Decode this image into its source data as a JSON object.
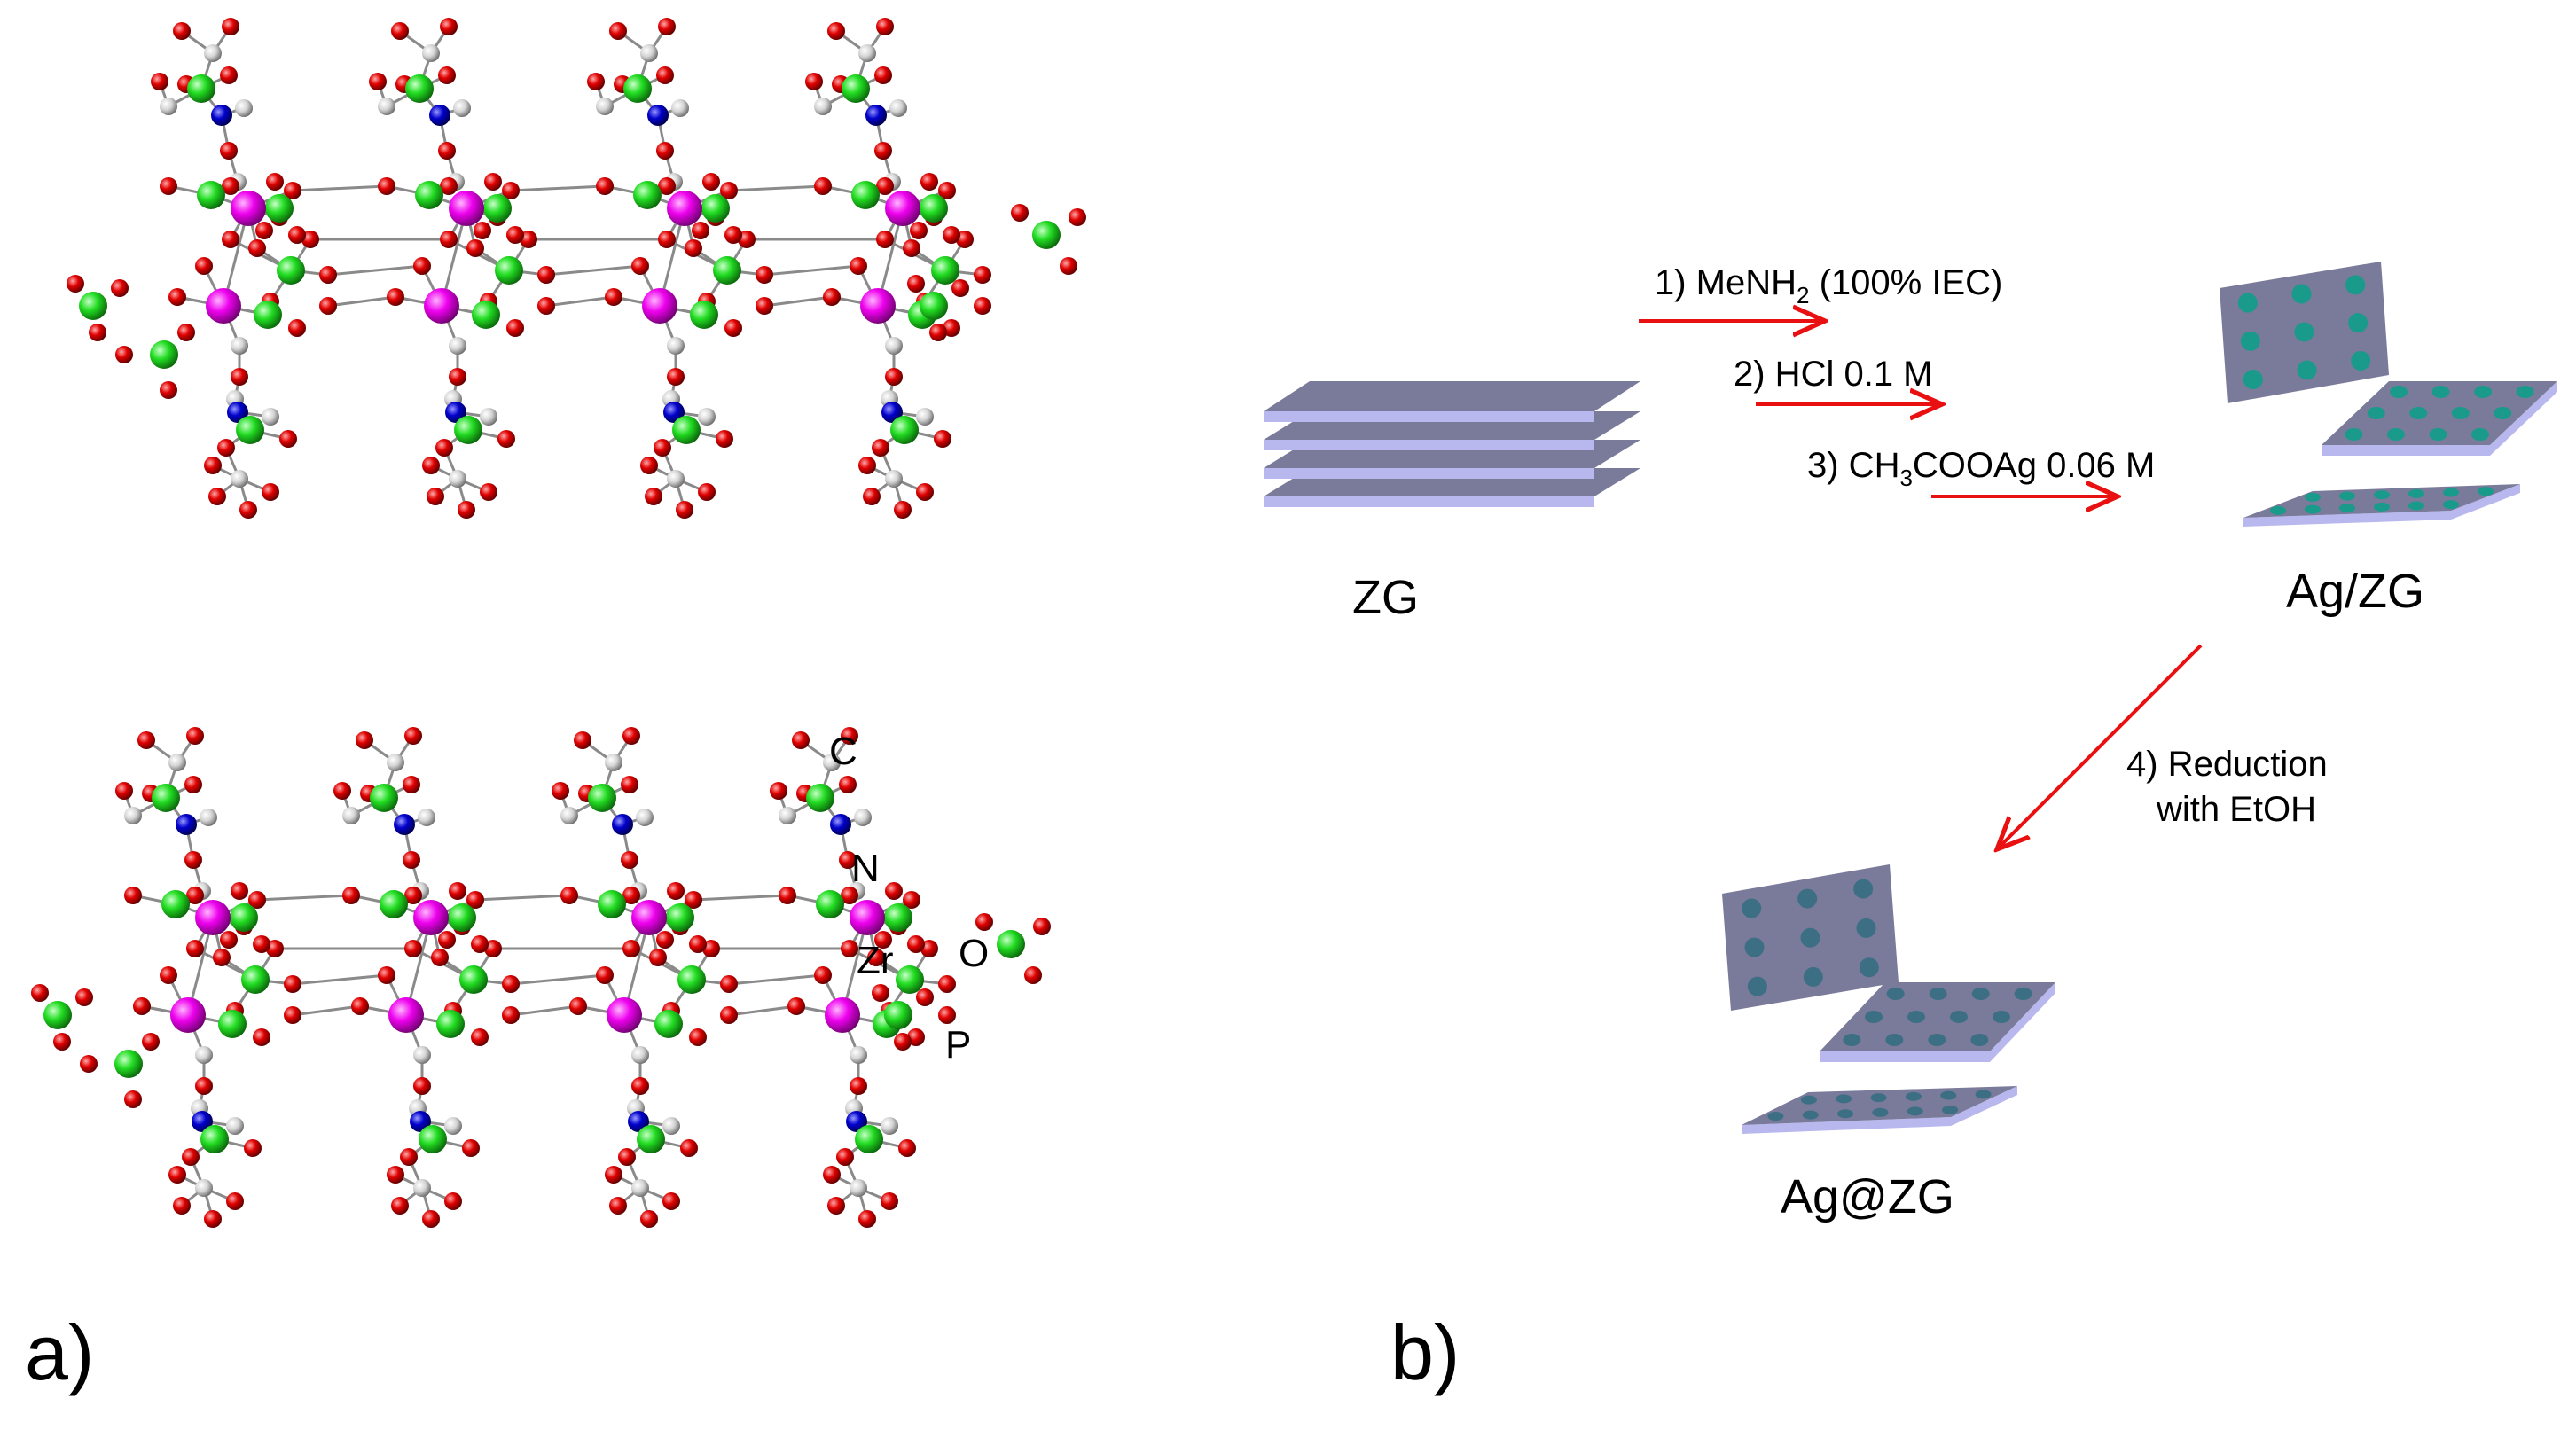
{
  "panels": {
    "a": "a)",
    "b": "b)"
  },
  "atom_labels": {
    "C": "C",
    "N": "N",
    "Zr": "Zr",
    "O": "O",
    "P": "P"
  },
  "scheme": {
    "start": "ZG",
    "mid": "Ag/ZG",
    "end": "Ag@ZG",
    "step1": {
      "prefix": "1)  MeNH",
      "sub": "2",
      "suffix": " (100% IEC)"
    },
    "step2": "2)  HCl 0.1 M",
    "step3": {
      "prefix": "3)  CH",
      "sub": "3",
      "suffix": "COOAg 0.06 M"
    },
    "step4_line1": "4) Reduction",
    "step4_line2": "with EtOH"
  },
  "colors": {
    "Zr": "#ee00ee",
    "P": "#22dd22",
    "O": "#e00000",
    "N": "#0000cc",
    "C": "#d4d4d4",
    "arrow": "#e81010",
    "sheet_top": "#7a7a9a",
    "sheet_edge": "#b8b8ee",
    "dot_agzg": "#1a9a8a",
    "dot_atzg": "#3d6f84"
  }
}
